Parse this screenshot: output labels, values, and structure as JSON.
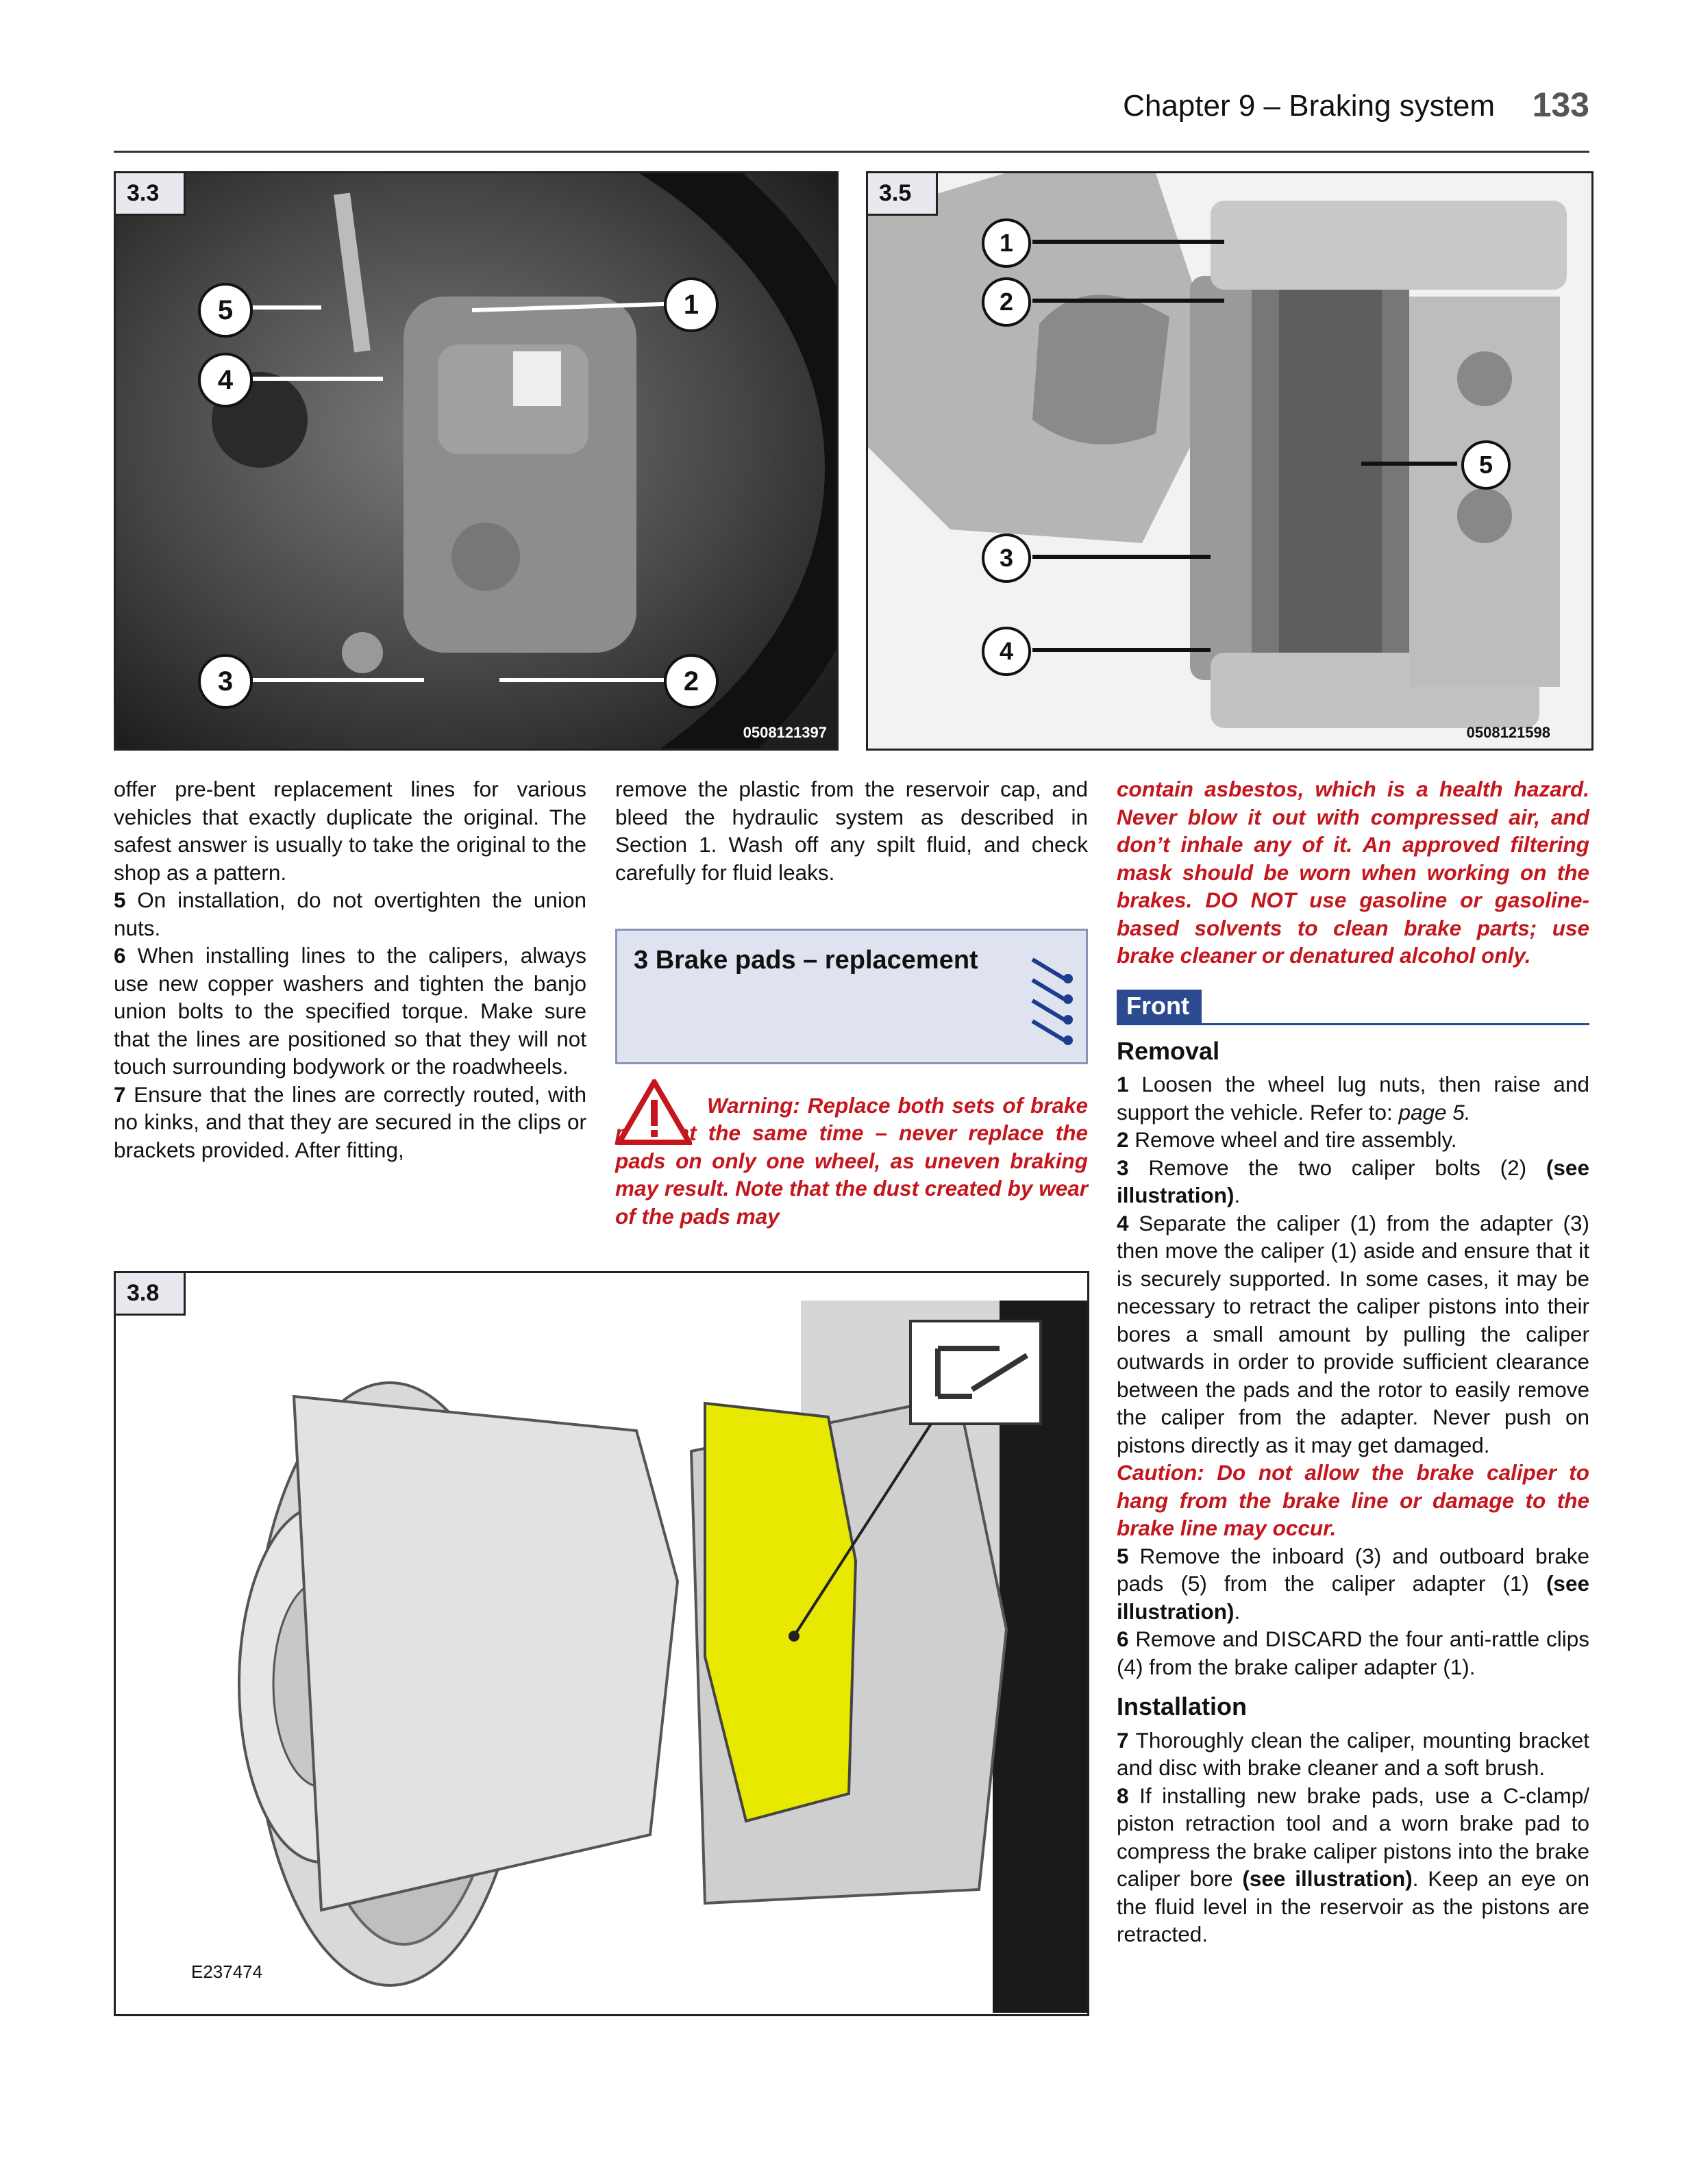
{
  "header": {
    "chapter": "Chapter 9 – Braking system",
    "page": "133"
  },
  "figures": {
    "f33": {
      "label": "3.3",
      "code": "0508121397",
      "callouts": [
        "1",
        "2",
        "3",
        "4",
        "5"
      ]
    },
    "f35": {
      "label": "3.5",
      "code": "0508121598",
      "callouts": [
        "1",
        "2",
        "3",
        "4",
        "5"
      ]
    },
    "f38": {
      "label": "3.8",
      "code": "E237474"
    }
  },
  "col1": {
    "p0": "offer pre-bent replacement lines for various vehicles that exactly duplicate the original. The safest answer is usually to take the original to the shop as a pattern.",
    "p5n": "5",
    "p5": "On installation, do not overtighten the union nuts.",
    "p6n": "6",
    "p6": "When installing lines to the calipers, always use new copper washers and tighten the banjo union bolts to the specified torque. Make sure that the lines are positioned so that they will not touch surrounding bodywork or the roadwheels.",
    "p7n": "7",
    "p7": "Ensure that the lines are correctly routed, with no kinks, and that they are secured in the clips or brackets provided. After fitting,"
  },
  "col2": {
    "p0": "remove the plastic from the reservoir cap, and bleed the hydraulic system as described in Section 1. Wash off any spilt fluid, and check carefully for fluid leaks.",
    "section_title": "3   Brake pads – replacement",
    "warning": "Warning: Replace both sets of brake pads at the same time – never replace the pads on only one wheel, as uneven braking may result. Note that the dust created by wear of the pads may"
  },
  "col3": {
    "warn_cont": "contain asbestos, which is a health hazard. Never blow it out with compressed air, and don’t inhale any of it. An approved filtering mask should be worn when working on the brakes. DO NOT use gasoline or gasoline-based solvents to clean brake parts; use brake cleaner or denatured alcohol only.",
    "front": "Front",
    "removal": "Removal",
    "s1n": "1",
    "s1": "Loosen the wheel lug nuts, then raise and support the vehicle. Refer to:",
    "s1ref": "page 5.",
    "s2n": "2",
    "s2": "Remove wheel and tire assembly.",
    "s3n": "3",
    "s3": "Remove the two caliper bolts (2)",
    "s3b": "(see illustration)",
    "s4n": "4",
    "s4": "Separate the caliper (1) from the adapter (3) then move the caliper (1) aside and ensure that it is securely supported. In some cases, it may be necessary to retract the caliper pistons into their bores a small amount by pulling the caliper outwards in order to provide sufficient clearance between the pads and the rotor to easily remove the caliper from the adapter. Never push on pistons directly as it may get damaged.",
    "caution": "Caution: Do not allow the brake caliper to hang from the brake line or damage to the brake line may occur.",
    "s5n": "5",
    "s5": "Remove the inboard (3) and outboard brake pads (5) from the caliper adapter (1)",
    "s5b": "(see illustration)",
    "s6n": "6",
    "s6": "Remove and DISCARD the four anti-rattle clips (4) from the brake caliper adapter (1).",
    "installation": "Installation",
    "s7n": "7",
    "s7": "Thoroughly clean the caliper, mounting bracket and disc with brake cleaner and a soft brush.",
    "s8n": "8",
    "s8": "If installing new brake pads, use a C-clamp/ piston retraction tool and a worn brake pad to compress the brake caliper pistons into the brake caliper bore",
    "s8b": "(see illustration)",
    "s8c": ". Keep an eye on the fluid level in the reservoir as the pistons are retracted."
  }
}
